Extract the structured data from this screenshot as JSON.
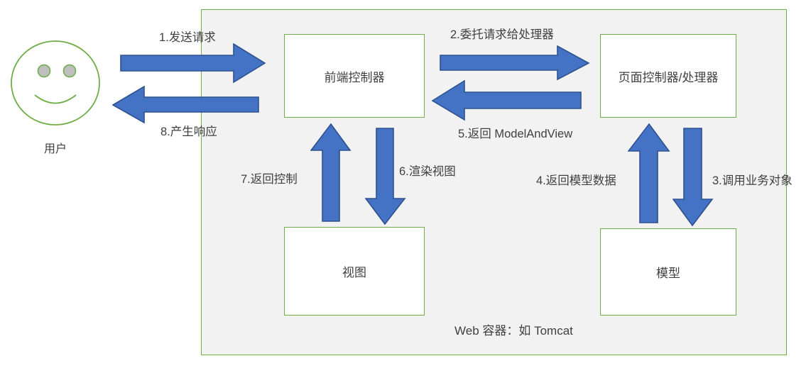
{
  "diagram": {
    "title_text": "Web 容器：如 Tomcat",
    "accent_green": "#70AD47",
    "arrow_blue": "#4472C4",
    "arrow_blue_stroke": "#2E528F",
    "panel_bg": "#F2F2F2",
    "text_color": "#404040"
  },
  "actor": {
    "label": "用户",
    "icon": "smiley-face-icon"
  },
  "nodes": [
    {
      "id": "front-controller",
      "label": "前端控制器"
    },
    {
      "id": "page-controller",
      "label": "页面控制器/处理器"
    },
    {
      "id": "view",
      "label": "视图"
    },
    {
      "id": "model",
      "label": "模型"
    }
  ],
  "steps": [
    {
      "n": 1,
      "label": "1.发送请求",
      "direction": "right"
    },
    {
      "n": 2,
      "label": "2.委托请求给处理器",
      "direction": "right"
    },
    {
      "n": 3,
      "label": "3.调用业务对象",
      "direction": "down"
    },
    {
      "n": 4,
      "label": "4.返回模型数据",
      "direction": "up"
    },
    {
      "n": 5,
      "label": "5.返回 ModelAndView",
      "direction": "left"
    },
    {
      "n": 6,
      "label": "6.渲染视图",
      "direction": "down"
    },
    {
      "n": 7,
      "label": "7.返回控制",
      "direction": "up"
    },
    {
      "n": 8,
      "label": "8.产生响应",
      "direction": "left"
    }
  ]
}
